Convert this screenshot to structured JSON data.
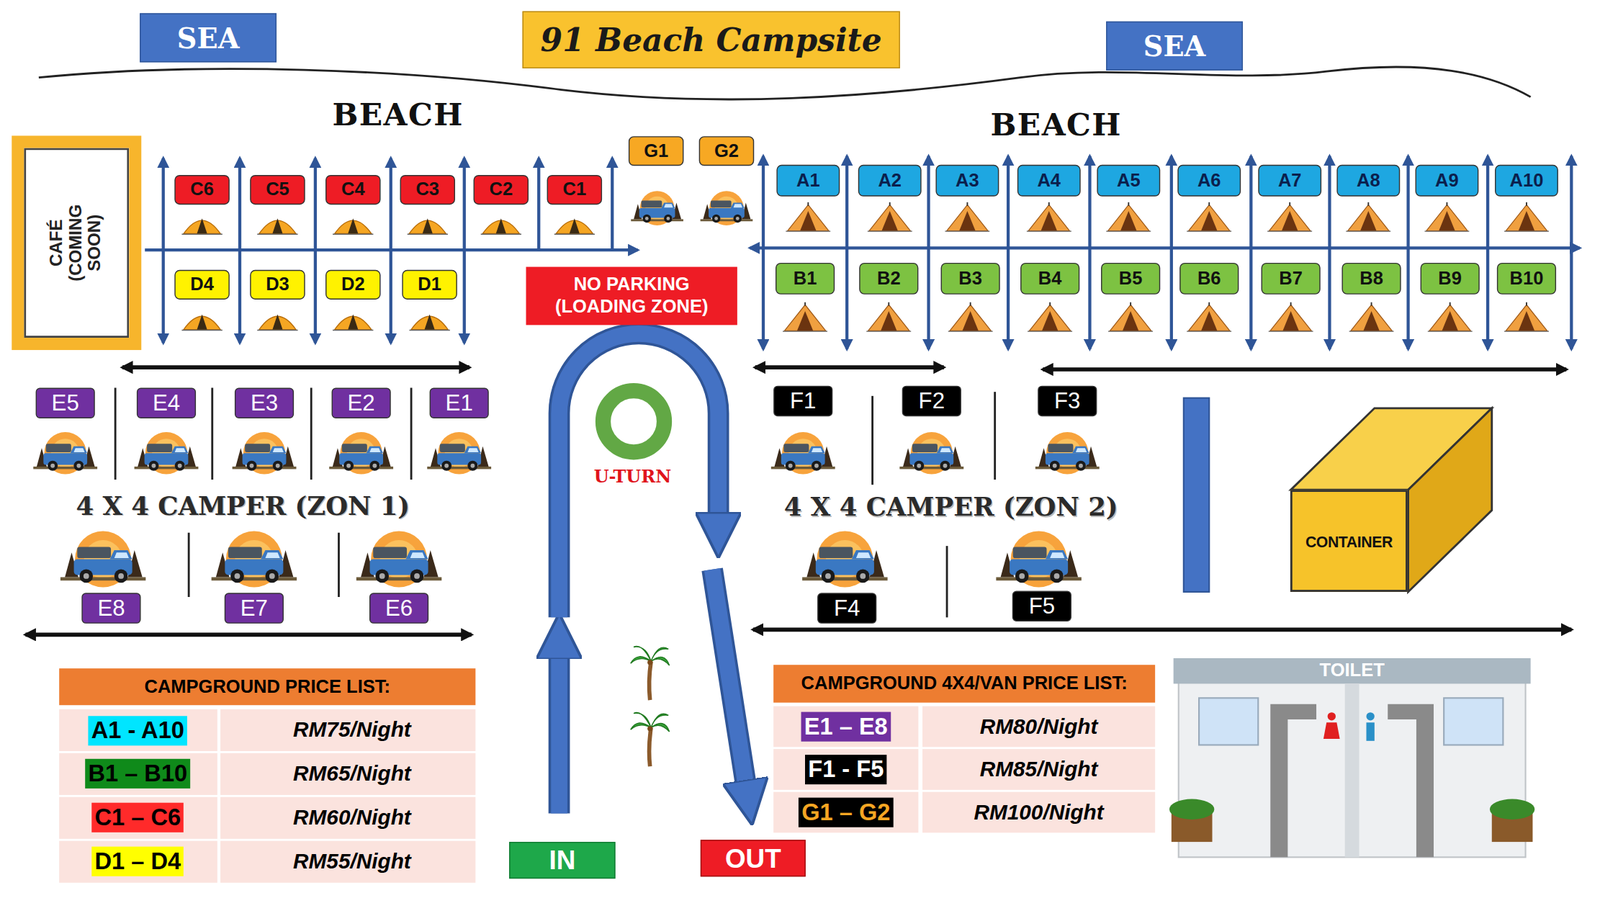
{
  "diagram": {
    "title": "91 Beach Campsite",
    "nodes": [
      {
        "text": [
          "SEA"
        ]
      },
      {
        "text": [
          "SEA"
        ]
      },
      {
        "text": [
          "CAFÉ (COMING SOON)"
        ]
      },
      {
        "text": [
          "C6"
        ]
      },
      {
        "text": [
          "C5"
        ]
      },
      {
        "text": [
          "C4"
        ]
      },
      {
        "text": [
          "C3"
        ]
      },
      {
        "text": [
          "C2"
        ]
      },
      {
        "text": [
          "C1"
        ]
      },
      {
        "text": [
          "G1"
        ]
      },
      {
        "text": [
          "G2"
        ]
      },
      {
        "text": [
          "A1"
        ]
      },
      {
        "text": [
          "A2"
        ]
      },
      {
        "text": [
          "A3"
        ]
      },
      {
        "text": [
          "A4"
        ]
      },
      {
        "text": [
          "A5"
        ]
      },
      {
        "text": [
          "A6"
        ]
      },
      {
        "text": [
          "A7"
        ]
      },
      {
        "text": [
          "A8"
        ]
      },
      {
        "text": [
          "A9"
        ]
      },
      {
        "text": [
          "A10"
        ]
      },
      {
        "text": [
          "D4"
        ]
      },
      {
        "text": [
          "D3"
        ]
      },
      {
        "text": [
          "D2"
        ]
      },
      {
        "text": [
          "D1"
        ]
      },
      {
        "text": [
          "B1"
        ]
      },
      {
        "text": [
          "B2"
        ]
      },
      {
        "text": [
          "B3"
        ]
      },
      {
        "text": [
          "B4"
        ]
      },
      {
        "text": [
          "B5"
        ]
      },
      {
        "text": [
          "B6"
        ]
      },
      {
        "text": [
          "B7"
        ]
      },
      {
        "text": [
          "B8"
        ]
      },
      {
        "text": [
          "B9"
        ]
      },
      {
        "text": [
          "B10"
        ]
      },
      {
        "text": [
          "NO PARKING (LOADING ZONE)"
        ]
      },
      {
        "text": [
          "E5"
        ]
      },
      {
        "text": [
          "E4"
        ]
      },
      {
        "text": [
          "E3"
        ]
      },
      {
        "text": [
          "E2"
        ]
      },
      {
        "text": [
          "E1"
        ]
      },
      {
        "text": [
          "F1"
        ]
      },
      {
        "text": [
          "F2"
        ]
      },
      {
        "text": [
          "F3"
        ]
      },
      {
        "text": [
          "E8"
        ]
      },
      {
        "text": [
          "E7"
        ]
      },
      {
        "text": [
          "E6"
        ]
      },
      {
        "text": [
          "F4"
        ]
      },
      {
        "text": [
          "F5"
        ]
      },
      {
        "text": [
          "CONTAINER"
        ]
      },
      {
        "text": [
          "CAMPGROUND PRICE LIST:"
        ]
      },
      {
        "text": [
          "CAMPGROUND 4X4/VAN PRICE LIST:"
        ]
      },
      {
        "text": [
          "IN"
        ]
      },
      {
        "text": [
          "OUT"
        ]
      }
    ],
    "labels": [
      "BEACH",
      "BEACH",
      "U-TURN",
      "4 X 4 CAMPER (ZON 1)",
      "4 X 4 CAMPER (ZON 2)",
      "A1 - A10",
      "RM75/Night",
      "B1 – B10",
      "RM65/Night",
      "C1 – C6",
      "RM60/Night",
      "D1 – D4",
      "RM55/Night",
      "E1 – E8",
      "RM80/Night",
      "F1 - F5",
      "RM85/Night",
      "G1 – G2",
      "RM100/Night",
      "TOILET"
    ]
  }
}
